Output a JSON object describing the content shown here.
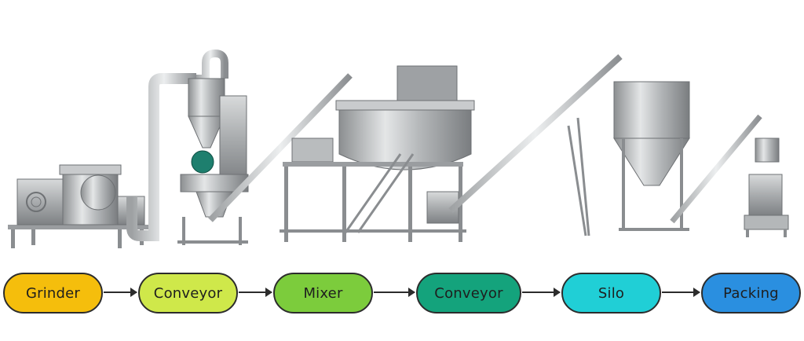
{
  "steps": [
    {
      "label": "Grinder",
      "color": "#f5be0c"
    },
    {
      "label": "Conveyor",
      "color": "#cfe84a"
    },
    {
      "label": "Mixer",
      "color": "#7ccc3c"
    },
    {
      "label": "Conveyor",
      "color": "#14a37c"
    },
    {
      "label": "Silo",
      "color": "#20cfd6"
    },
    {
      "label": "Packing",
      "color": "#2a8fe0"
    }
  ],
  "machines": [
    {
      "name": "grinder-machine"
    },
    {
      "name": "screw-conveyor-machine"
    },
    {
      "name": "ribbon-mixer-machine"
    },
    {
      "name": "inclined-conveyor-machine"
    },
    {
      "name": "storage-silo-machine"
    },
    {
      "name": "packing-machine"
    }
  ]
}
